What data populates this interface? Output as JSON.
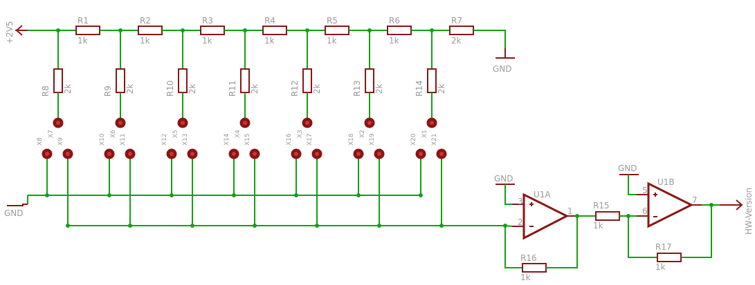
{
  "supply_label": "+2V5",
  "gnd_label": "GND",
  "output_label": "HW-Version",
  "resistors_top": [
    {
      "name": "R1",
      "value": "1k"
    },
    {
      "name": "R2",
      "value": "1k"
    },
    {
      "name": "R3",
      "value": "1k"
    },
    {
      "name": "R4",
      "value": "1k"
    },
    {
      "name": "R5",
      "value": "1k"
    },
    {
      "name": "R6",
      "value": "1k"
    },
    {
      "name": "R7",
      "value": "2k"
    }
  ],
  "resistors_vert": [
    {
      "name": "R8",
      "value": "2k"
    },
    {
      "name": "R9",
      "value": "2k"
    },
    {
      "name": "R10",
      "value": "2k"
    },
    {
      "name": "R11",
      "value": "2k"
    },
    {
      "name": "R12",
      "value": "2k"
    },
    {
      "name": "R13",
      "value": "2k"
    },
    {
      "name": "R14",
      "value": "2k"
    }
  ],
  "jumpers_tap": [
    "X7",
    "X6",
    "X5",
    "X4",
    "X3",
    "X2",
    "X1"
  ],
  "jumpers_pairs": [
    [
      "X8",
      "X9"
    ],
    [
      "X10",
      "X11"
    ],
    [
      "X12",
      "X13"
    ],
    [
      "X14",
      "X15"
    ],
    [
      "X16",
      "X17"
    ],
    [
      "X18",
      "X19"
    ],
    [
      "X20",
      "X21"
    ]
  ],
  "opamp1": {
    "name": "U1A",
    "pin_plus": "3",
    "pin_minus": "2",
    "pin_out": "1"
  },
  "opamp2": {
    "name": "U1B",
    "pin_plus": "5",
    "pin_minus": "6",
    "pin_out": "7"
  },
  "r15": {
    "name": "R15",
    "value": "1k"
  },
  "r16": {
    "name": "R16",
    "value": "1k"
  },
  "r17": {
    "name": "R17",
    "value": "1k"
  },
  "colors": {
    "wire": "#12a012",
    "part": "#8b1414",
    "text": "#9a9a9a"
  }
}
